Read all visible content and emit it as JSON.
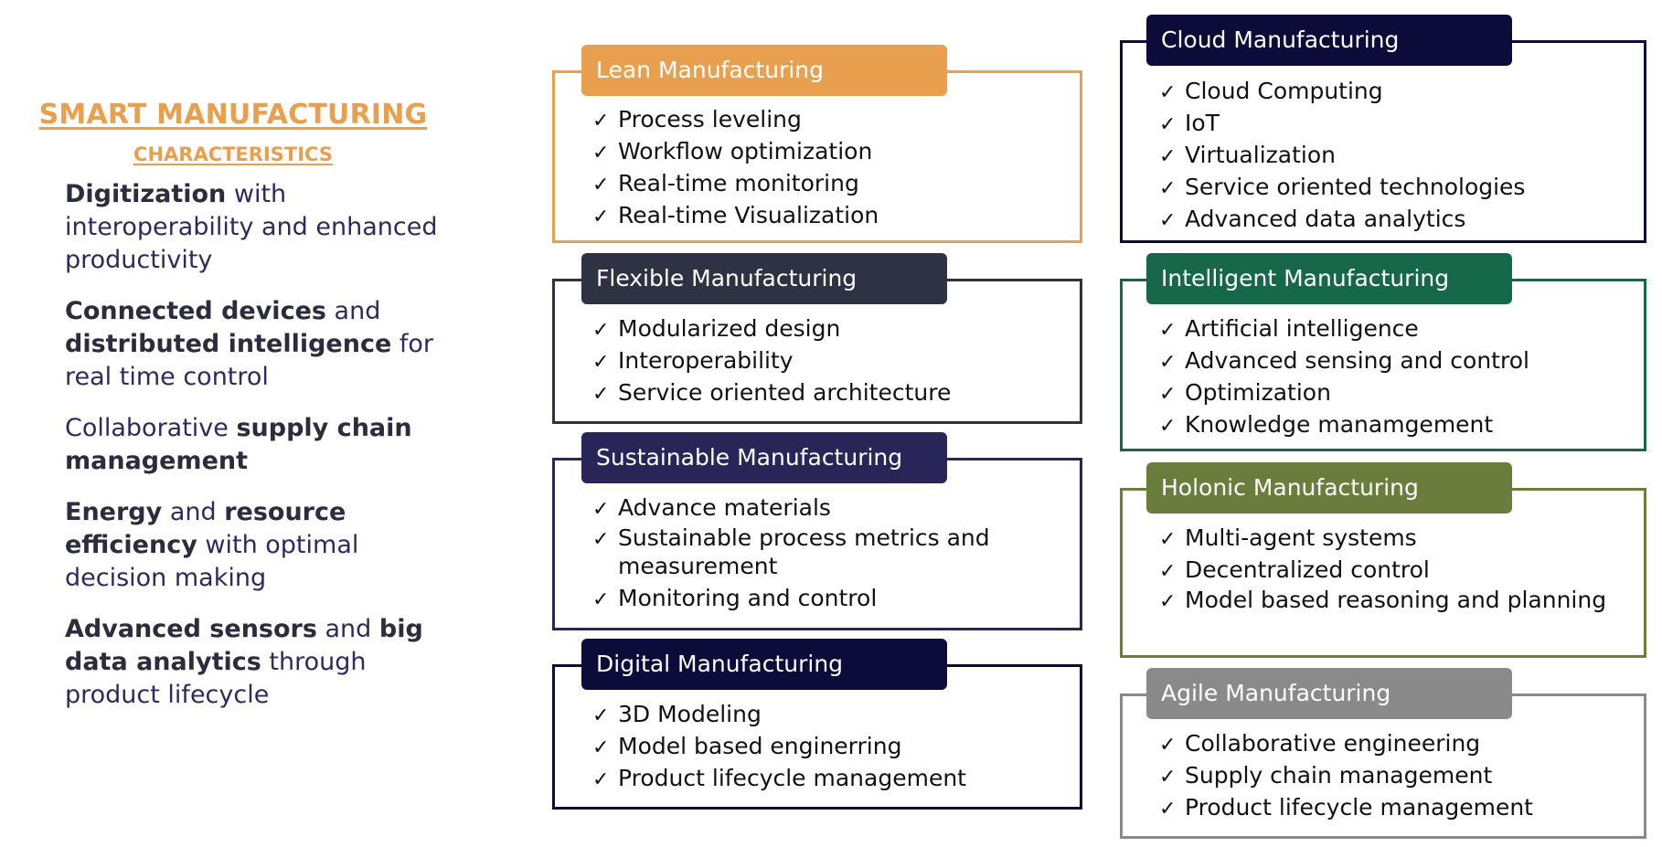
{
  "left": {
    "title": "SMART MANUFACTURING",
    "subtitle": "CHARACTERISTICS",
    "items": [
      {
        "b1": "Digitization",
        "t1": " with interoperability and enhanced productivity",
        "b2": "",
        "t2": ""
      },
      {
        "b1": "Connected devices",
        "t1": " and ",
        "b2": "distributed intelligence",
        "t2": " for real time control"
      },
      {
        "b1": "",
        "t1": "Collaborative ",
        "b2": "supply chain management",
        "t2": ""
      },
      {
        "b1": "Energy",
        "t1": " and ",
        "b2": "resource efficiency",
        "t2": " with optimal decision making"
      },
      {
        "b1": "Advanced sensors",
        "t1": " and ",
        "b2": "big data analytics",
        "t2": " through product lifecycle"
      }
    ]
  },
  "check_symbol": "✓",
  "boxes": [
    {
      "title": "Lean Manufacturing",
      "color": "#e8a04f",
      "items": [
        "Process leveling",
        "Workflow optimization",
        "Real-time monitoring",
        "Real-time Visualization"
      ]
    },
    {
      "title": "Flexible Manufacturing",
      "color": "#2f3243",
      "items": [
        "Modularized design",
        "Interoperability",
        "Service oriented architecture"
      ]
    },
    {
      "title": "Sustainable Manufacturing",
      "color": "#2a2558",
      "items": [
        "Advance materials",
        "Sustainable process metrics and measurement",
        "Monitoring and control"
      ]
    },
    {
      "title": "Digital Manufacturing",
      "color": "#0d0b3a",
      "items": [
        "3D Modeling",
        "Model based enginerring",
        "Product lifecycle management"
      ]
    },
    {
      "title": "Cloud Manufacturing",
      "color": "#0d0b3a",
      "items": [
        "Cloud Computing",
        "IoT",
        "Virtualization",
        "Service oriented technologies",
        "Advanced data analytics"
      ]
    },
    {
      "title": "Intelligent Manufacturing",
      "color": "#15694a",
      "items": [
        "Artificial intelligence",
        "Advanced sensing and control",
        "Optimization",
        "Knowledge manamgement"
      ]
    },
    {
      "title": "Holonic Manufacturing",
      "color": "#6a7d3c",
      "items": [
        "Multi-agent systems",
        "Decentralized control",
        "Model based reasoning and planning"
      ]
    },
    {
      "title": "Agile Manufacturing",
      "color": "#8a8a8a",
      "items": [
        "Collaborative engineering",
        "Supply chain management",
        "Product lifecycle management"
      ]
    }
  ]
}
